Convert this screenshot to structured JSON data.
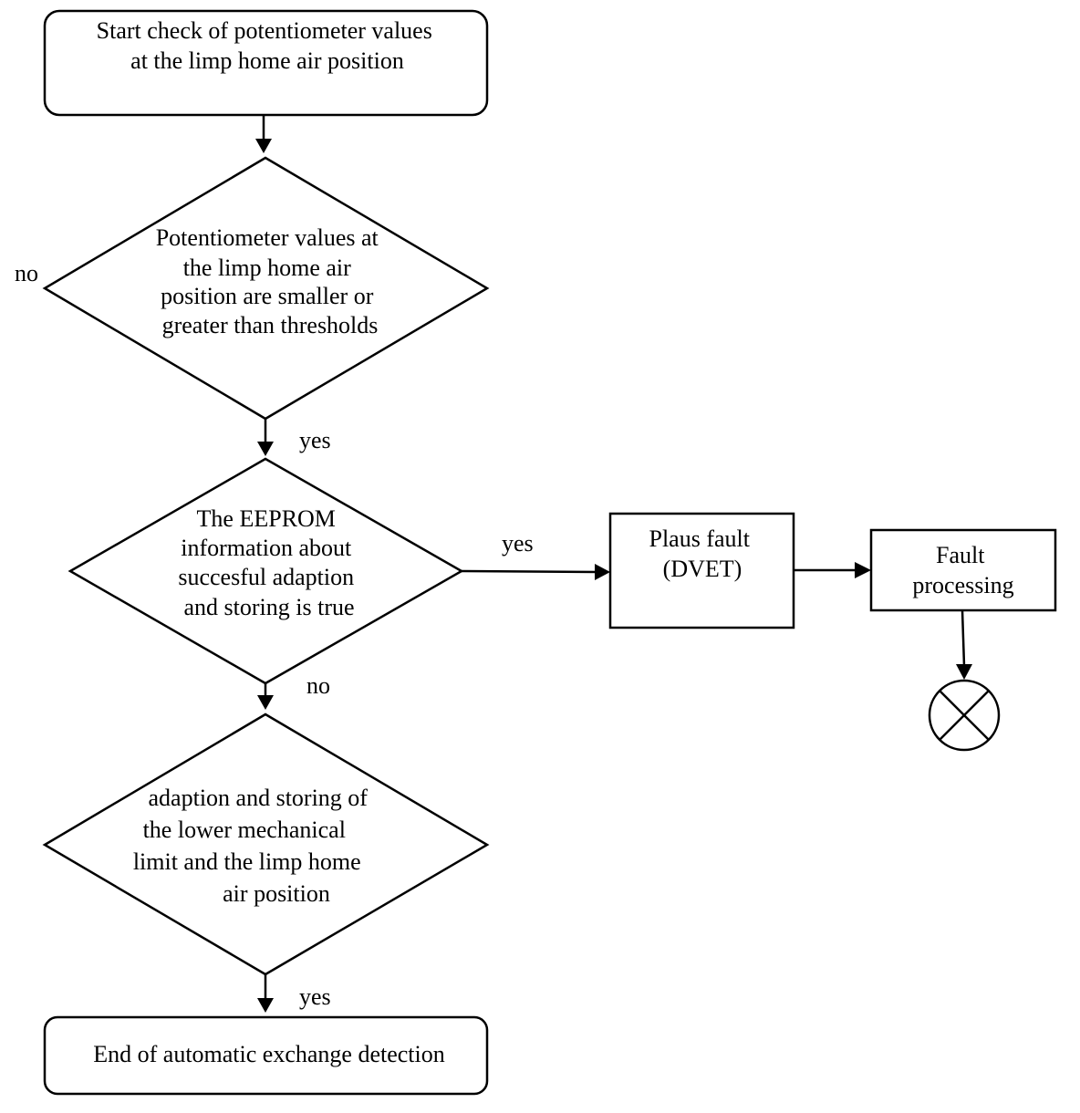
{
  "nodes": {
    "start": {
      "lines": [
        "Start check of potentiometer values",
        "at the limp home air position"
      ]
    },
    "decision_thresholds": {
      "lines": [
        "Potentiometer values at",
        "the limp home air",
        "position are smaller or",
        "greater than thresholds"
      ]
    },
    "decision_eeprom": {
      "lines": [
        "The EEPROM",
        "information about",
        "succesful adaption",
        "and storing is true"
      ]
    },
    "decision_adaption": {
      "lines": [
        "adaption and storing of",
        "the lower mechanical",
        "limit and the limp home",
        "air position"
      ]
    },
    "end": {
      "lines": [
        "End of automatic exchange detection"
      ]
    },
    "plaus_fault": {
      "lines": [
        "Plaus fault",
        "(DVET)"
      ]
    },
    "fault_processing": {
      "lines": [
        "Fault",
        "processing"
      ]
    }
  },
  "labels": {
    "no_thresholds": "no",
    "yes_thresholds": "yes",
    "yes_eeprom": "yes",
    "no_eeprom": "no",
    "yes_adaption": "yes"
  },
  "icons": {
    "terminator": "crossed-circle-icon"
  }
}
